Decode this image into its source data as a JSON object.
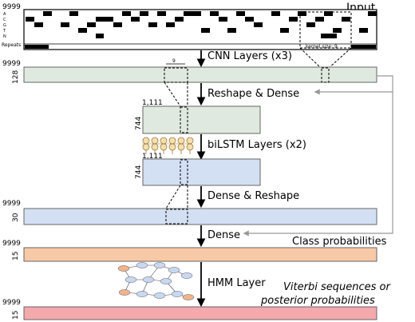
{
  "input": {
    "title": "Input",
    "length": "9999",
    "channels": [
      "A",
      "C",
      "G",
      "T",
      "N",
      "Repeats"
    ],
    "kernel_size": "kernel size: 9",
    "kernel_width": "9"
  },
  "steps": {
    "cnn": "CNN Layers (x3)",
    "reshape_dense": "Reshape & Dense",
    "bilstm": "biLSTM Layers (x2)",
    "dense_reshape": "Dense & Reshape",
    "dense": "Dense",
    "hmm": "HMM Layer"
  },
  "layers": {
    "cnn_out": {
      "length": "9999",
      "depth": "128"
    },
    "reshaped": {
      "length": "1,111",
      "depth": "744"
    },
    "bilstm_out": {
      "length": "1,111",
      "depth": "744"
    },
    "dense_out": {
      "length": "9999",
      "depth": "30"
    },
    "class_prob": {
      "length": "9999",
      "depth": "15"
    },
    "final": {
      "length": "9999",
      "depth": "15"
    }
  },
  "annotations": {
    "class_probabilities": "Class probabilities",
    "viterbi_line1": "Viterbi sequences or",
    "viterbi_line2": "posterior probabilities"
  },
  "colors": {
    "cnn_out": "#dfe9df",
    "reshaped": "#dfe9df",
    "bilstm_out": "#d3e0f3",
    "dense_out": "#d3e0f3",
    "class_prob": "#f8c9a7",
    "final": "#f4a9ad",
    "lstm_cell": "#f5deb0"
  }
}
